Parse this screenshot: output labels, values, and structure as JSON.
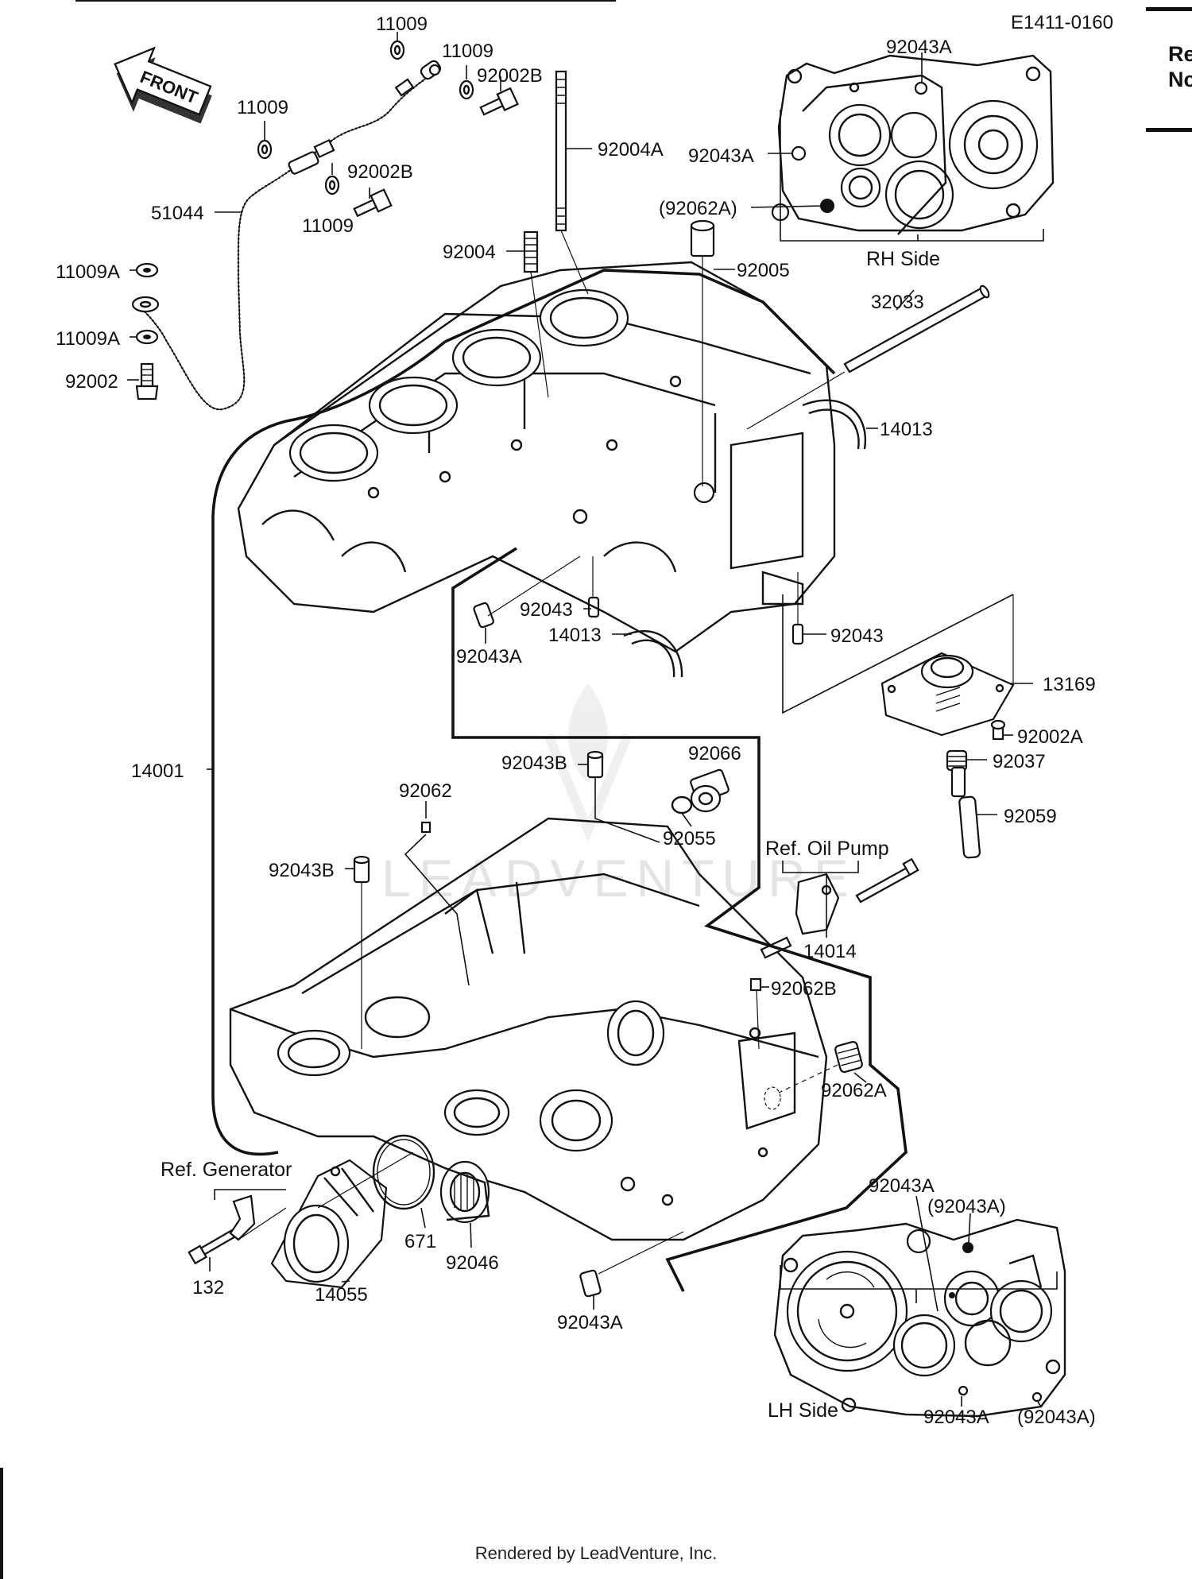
{
  "diagram_code": "E1411-0160",
  "front_label": "FRONT",
  "cut_text": [
    "Re",
    "Nc"
  ],
  "views": {
    "rh_side": "RH Side",
    "lh_side": "LH Side"
  },
  "refs": {
    "oil_pump": "Ref. Oil Pump",
    "generator": "Ref. Generator"
  },
  "watermark": "LEADVENTURE",
  "footer": "Rendered by LeadVenture, Inc.",
  "parts": {
    "p11009_a": "11009",
    "p11009_b": "11009",
    "p11009_c": "11009",
    "p11009_d": "11009",
    "p92002B_a": "92002B",
    "p92002B_b": "92002B",
    "p51044": "51044",
    "p11009A_a": "11009A",
    "p11009A_b": "11009A",
    "p92002": "92002",
    "p92004A": "92004A",
    "p92004": "92004",
    "p92005": "92005",
    "p32033": "32033",
    "p14013_a": "14013",
    "p14013_b": "14013",
    "p92043_a": "92043",
    "p92043_b": "92043",
    "p92043A_rh1": "92043A",
    "p92043A_rh2": "92043A",
    "p92062A_rh": "(92062A)",
    "p92043A_left": "92043A",
    "p13169": "13169",
    "p92002A": "92002A",
    "p92037": "92037",
    "p92059": "92059",
    "p14001": "14001",
    "p92043B_a": "92043B",
    "p92066": "92066",
    "p92062": "92062",
    "p92055": "92055",
    "p92043B_b": "92043B",
    "p14014": "14014",
    "p92062B": "92062B",
    "p92062A": "92062A",
    "p132": "132",
    "p14055": "14055",
    "p671": "671",
    "p92046": "92046",
    "p92043A_bottom": "92043A",
    "p92043A_lh1": "92043A",
    "p92043A_lh2": "(92043A)",
    "p92043A_lh3": "92043A",
    "p92043A_lh4": "(92043A)"
  }
}
